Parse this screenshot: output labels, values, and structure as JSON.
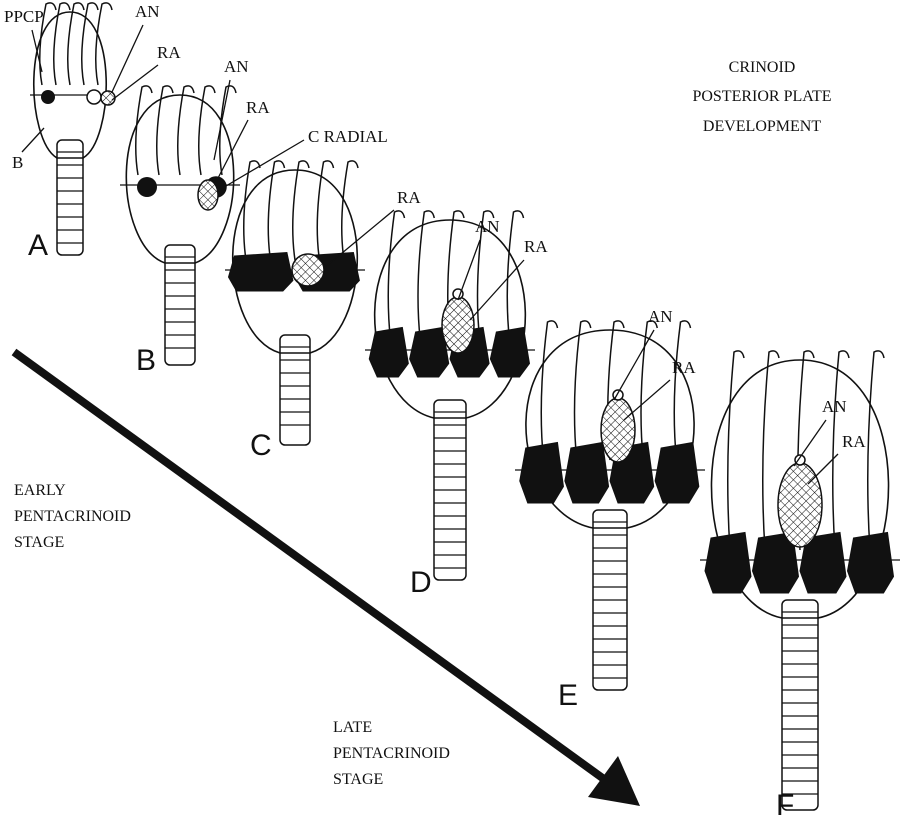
{
  "title": [
    "CRINOID",
    "POSTERIOR PLATE",
    "DEVELOPMENT"
  ],
  "early_stage": [
    "EARLY",
    "PENTACRINOID",
    "STAGE"
  ],
  "late_stage": [
    "LATE",
    "PENTACRINOID",
    "STAGE"
  ],
  "specimens": [
    {
      "letter": "A",
      "labels": [
        "PPCP",
        "AN",
        "RA",
        "B"
      ]
    },
    {
      "letter": "B",
      "labels": [
        "AN",
        "RA",
        "C RADIAL"
      ]
    },
    {
      "letter": "C",
      "labels": [
        "RA"
      ]
    },
    {
      "letter": "D",
      "labels": [
        "AN",
        "RA"
      ]
    },
    {
      "letter": "E",
      "labels": [
        "AN",
        "RA"
      ]
    },
    {
      "letter": "F",
      "labels": [
        "AN",
        "RA"
      ]
    }
  ],
  "colors": {
    "ink": "#111111",
    "plate_fill": "#111111",
    "background": "#ffffff"
  }
}
